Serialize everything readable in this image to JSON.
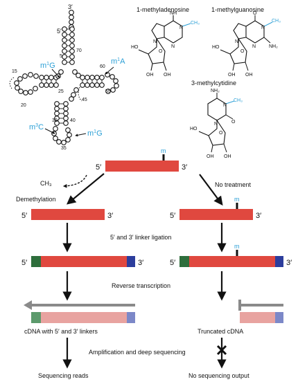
{
  "trna": {
    "three_prime": "3′",
    "five_prime": "5′",
    "numbers": [
      "70",
      "5",
      "60",
      "15",
      "55",
      "25",
      "20",
      "45",
      "30",
      "40",
      "35"
    ],
    "mods": [
      "m1G",
      "m1A",
      "m3C",
      "m1G"
    ]
  },
  "chem": {
    "adenosine_title": "1-methyladenosine",
    "guanosine_title": "1-methylguanosine",
    "cytidine_title": "3-methylcytidine",
    "atoms": {
      "NH": "NH",
      "N": "N",
      "O": "O",
      "HO": "HO",
      "OH": "OH",
      "CH3": "CH₃",
      "NH2": "NH₂"
    }
  },
  "workflow": {
    "m": "m",
    "five": "5′",
    "three": "3′",
    "ch3": "CH₃",
    "demethylation": "Demethylation",
    "no_treatment": "No treatment",
    "ligation": "5′ and 3′ linker ligation",
    "rt": "Reverse transcription",
    "cdna_left": "cDNA with 5′ and 3′ linkers",
    "cdna_right": "Truncated cDNA",
    "amplification": "Amplification and deep sequencing",
    "seq_reads": "Sequencing reads",
    "no_output": "No sequencing output"
  },
  "colors": {
    "rna": "#e0483f",
    "cdna": "#e8a3a0",
    "linker5": "#2e6e3c",
    "linker3": "#2c3d9c",
    "linker3_light": "#7c88c8",
    "linker5_light": "#5c9a6c",
    "mod_label": "#2a9fd6",
    "arrow_gray": "#8a8a8a"
  }
}
